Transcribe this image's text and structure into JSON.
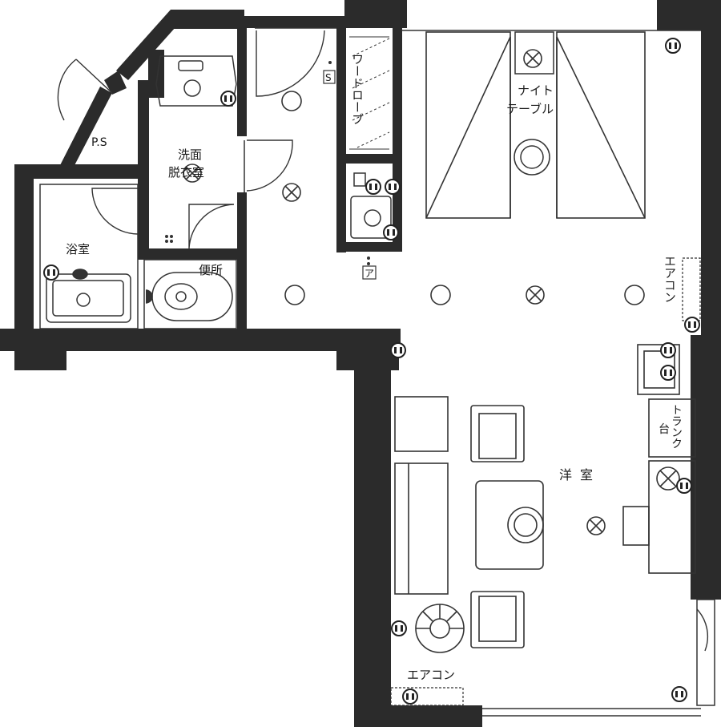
{
  "labels": {
    "ps": "P.S",
    "wash_line1": "洗面",
    "wash_line2": "脱衣室",
    "bath": "浴室",
    "toilet": "便所",
    "wardrobe": "ワードローブ",
    "nightstand_line1": "ナイト",
    "nightstand_line2": "テーブル",
    "aircon": "エアコン",
    "aircon_bottom": "エアコン",
    "trunk": "トランク",
    "trunk_stand": "台",
    "western_room": "洋室",
    "s_mark": "S",
    "tel_mark": "ア"
  },
  "colors": {
    "wall": "#2b2b2b",
    "line": "#333333",
    "paper": "#ffffff"
  }
}
